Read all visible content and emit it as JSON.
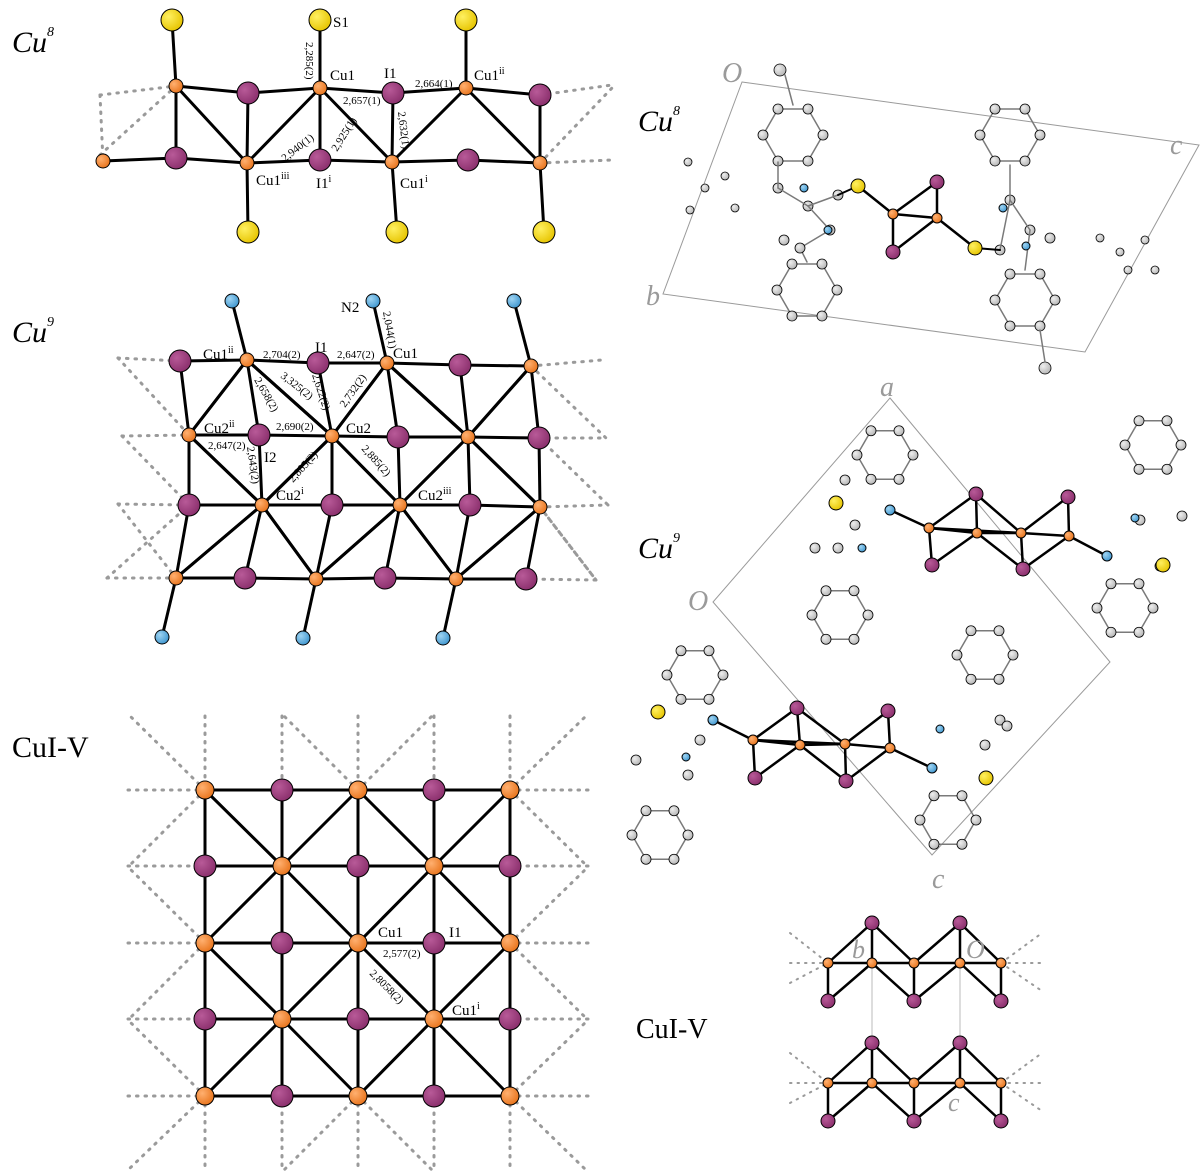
{
  "colors": {
    "copper": "#f0832b",
    "iodine": "#9b3a7a",
    "sulfur": "#f2d000",
    "nitrogen": "#5aa9dc",
    "bond": "#000000",
    "dotted": "#9a9a9a",
    "cell": "#9a9a9a",
    "carbon_light": "#c8c8c8"
  },
  "panels": {
    "cu8": {
      "title": "Cu",
      "sup": "8"
    },
    "cu9": {
      "title": "Cu",
      "sup": "9"
    },
    "cui": {
      "title": "CuI-V"
    },
    "cu8_cell": {
      "title": "Cu",
      "sup": "8",
      "O": "O",
      "c": "c",
      "b": "b"
    },
    "cu9_cell": {
      "title": "Cu",
      "sup": "9",
      "a": "a",
      "O": "O",
      "c": "c"
    },
    "cui_side": {
      "title": "CuI-V",
      "b": "b",
      "O": "O",
      "c": "c"
    }
  },
  "cu8_labels": {
    "S1": "S1",
    "Cu1": "Cu1",
    "I1": "I1",
    "Cu1ii": "Cu1",
    "Cu1ii_sup": "ii",
    "Cu1iii": "Cu1",
    "Cu1iii_sup": "iii",
    "I1i": "I1",
    "I1i_sup": "i",
    "Cu1i": "Cu1",
    "Cu1i_sup": "i",
    "d1": "2,285(2)",
    "d2": "2,657(1)",
    "d3": "2,664(1)",
    "d4": "2,940(1)",
    "d5": "2,925(1)",
    "d6": "2,632(1)"
  },
  "cu9_labels": {
    "N2": "N2",
    "Cu1": "Cu1",
    "I1": "I1",
    "Cu1ii": "Cu1",
    "Cu1ii_sup": "ii",
    "Cu2ii": "Cu2",
    "Cu2ii_sup": "ii",
    "I2": "I2",
    "Cu2": "Cu2",
    "Cu2i": "Cu2",
    "Cu2i_sup": "i",
    "Cu2iii": "Cu2",
    "Cu2iii_sup": "iii",
    "d1": "2,044(1)",
    "d2": "2,704(2)",
    "d3": "2,647(2)",
    "d4": "2,658(2)",
    "d5": "3,325(2)",
    "d6": "2,622(2)",
    "d7": "2,732(2)",
    "d8": "2,690(2)",
    "d9": "2,647(2)",
    "d10": "2,643(2)",
    "d11": "2,885(2)",
    "d12": "2,885(2)"
  },
  "cui_labels": {
    "Cu1": "Cu1",
    "I1": "I1",
    "Cu1i": "Cu1",
    "Cu1i_sup": "i",
    "d1": "2,577(2)",
    "d2": "2,8058(2)"
  }
}
